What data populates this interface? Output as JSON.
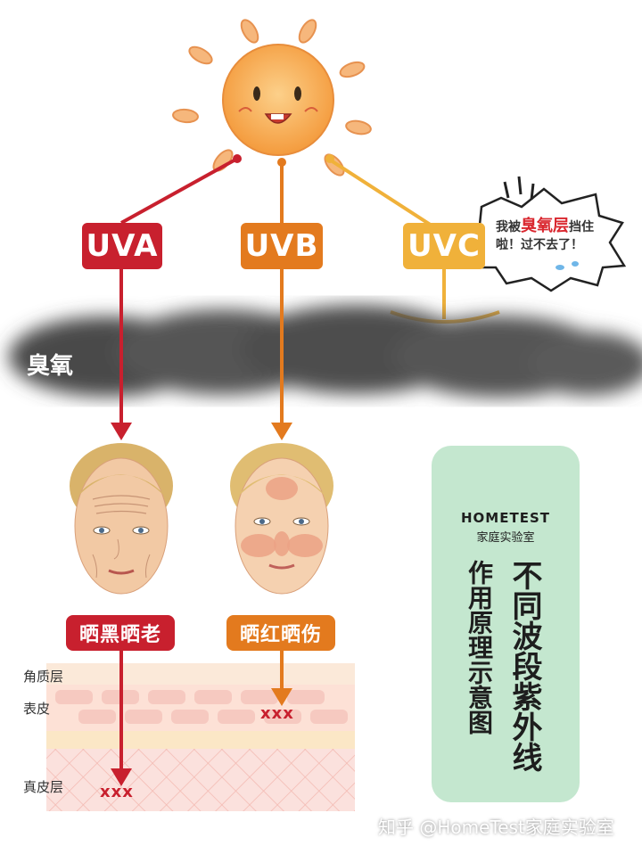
{
  "rays": {
    "uva": "UVA",
    "uvb": "UVB",
    "uvc": "UVC"
  },
  "speech_bubble": {
    "line1_prefix": "我被",
    "line1_highlight": "臭氧层",
    "line1_suffix": "挡住",
    "line2": "啦！过不去了！"
  },
  "ozone_label": "臭氧",
  "effects": {
    "uva": "晒黑晒老",
    "uvb": "晒红晒伤"
  },
  "skin_layers": {
    "stratum_corneum": "角质层",
    "epidermis": "表皮",
    "dermis": "真皮层"
  },
  "marks": {
    "uva_mark": "xxx",
    "uvb_mark": "xxx"
  },
  "brand": {
    "name": "HOMETEST",
    "subtitle": "家庭实验室"
  },
  "title": {
    "line1": "不同波段紫外线",
    "line2": "作用原理示意图"
  },
  "footer": "知乎 @HomeTest家庭实验室",
  "colors": {
    "uva": "#c8202e",
    "uvb": "#e37a1e",
    "uvc": "#f0b13a",
    "panel": "#c4e7cf",
    "sun": "#f7a94a"
  }
}
